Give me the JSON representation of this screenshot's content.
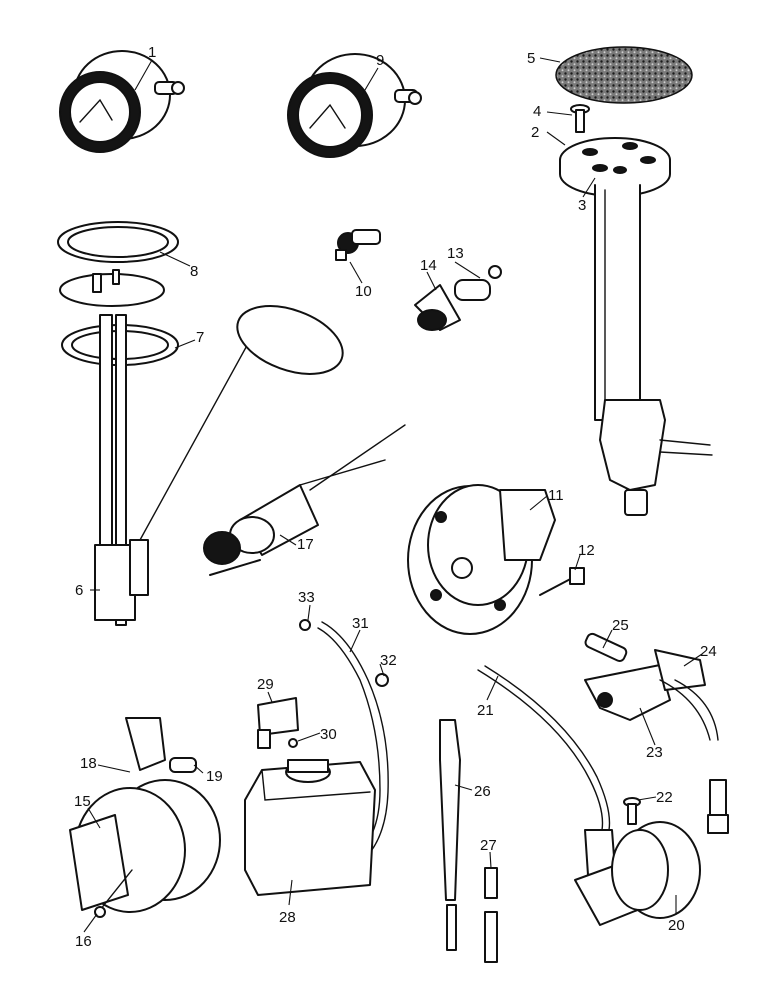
{
  "callouts": [
    "1",
    "2",
    "3",
    "4",
    "5",
    "6",
    "7",
    "8",
    "9",
    "10",
    "11",
    "12",
    "13",
    "14",
    "15",
    "16",
    "17",
    "18",
    "19",
    "20",
    "21",
    "22",
    "23",
    "24",
    "25",
    "26",
    "27",
    "28",
    "29",
    "30",
    "31",
    "32",
    "33"
  ],
  "colors": {
    "ink": "#111111",
    "paper": "#ffffff"
  }
}
